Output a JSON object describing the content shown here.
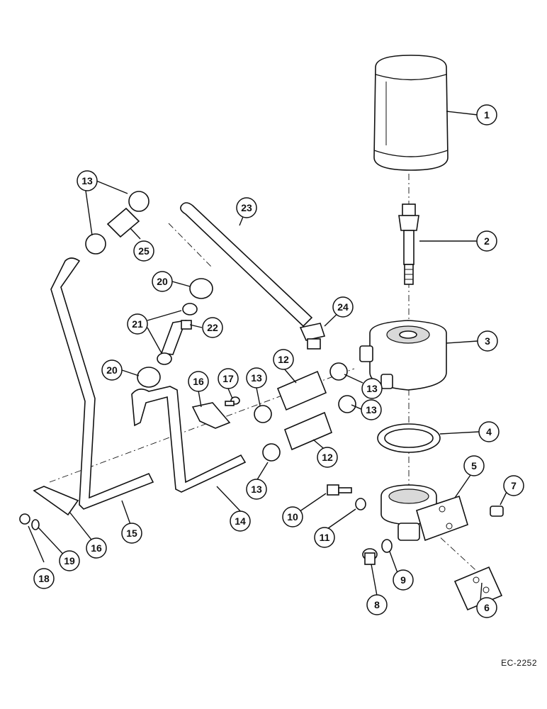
{
  "drawing_code": "EC-2252",
  "callouts": [
    "1",
    "2",
    "3",
    "4",
    "5",
    "6",
    "7",
    "8",
    "9",
    "10",
    "11",
    "12",
    "12",
    "13",
    "13",
    "13",
    "13",
    "13",
    "14",
    "15",
    "16",
    "16",
    "17",
    "18",
    "19",
    "20",
    "20",
    "21",
    "22",
    "23",
    "24",
    "25"
  ]
}
